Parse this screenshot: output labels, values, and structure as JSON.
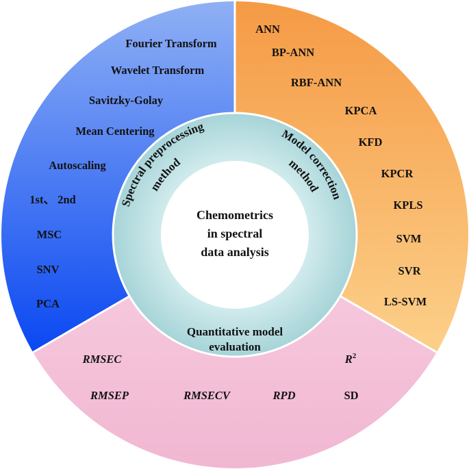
{
  "center": {
    "lines": [
      "Chemometrics",
      "in spectral",
      "data analysis"
    ]
  },
  "inner_ring": {
    "spectral_label": [
      "Spectral preprocessing",
      "method"
    ],
    "model_label": [
      "Model correction",
      "method"
    ],
    "quant_label": [
      "Quantitative model",
      "evaluation"
    ]
  },
  "spectral_methods": [
    "Fourier Transform",
    "Wavelet Transform",
    "Savitzky-Golay",
    "Mean Centering",
    "Autoscaling",
    "1st、 2nd",
    "MSC",
    "SNV",
    "PCA"
  ],
  "model_methods": [
    "ANN",
    "BP-ANN",
    "RBF-ANN",
    "KPCA",
    "KFD",
    "KPCR",
    "KPLS",
    "SVM",
    "SVR",
    "LS-SVM"
  ],
  "evaluation_metrics": {
    "rmsec": "RMSEC",
    "rmsep": "RMSEP",
    "rmsecv": "RMSECV",
    "rpd": "RPD",
    "r2_base": "R",
    "r2_sup": "2",
    "sd": "SD"
  },
  "colors": {
    "blue_top": "#7aa2f5",
    "blue_bottom": "#0d4ff0",
    "orange_top": "#f6a14e",
    "orange_bottom": "#fbc87a",
    "pink": "#f4c6dc",
    "inner_ring": "#b7dde0",
    "divider": "#ffffff",
    "text": "#111111"
  }
}
